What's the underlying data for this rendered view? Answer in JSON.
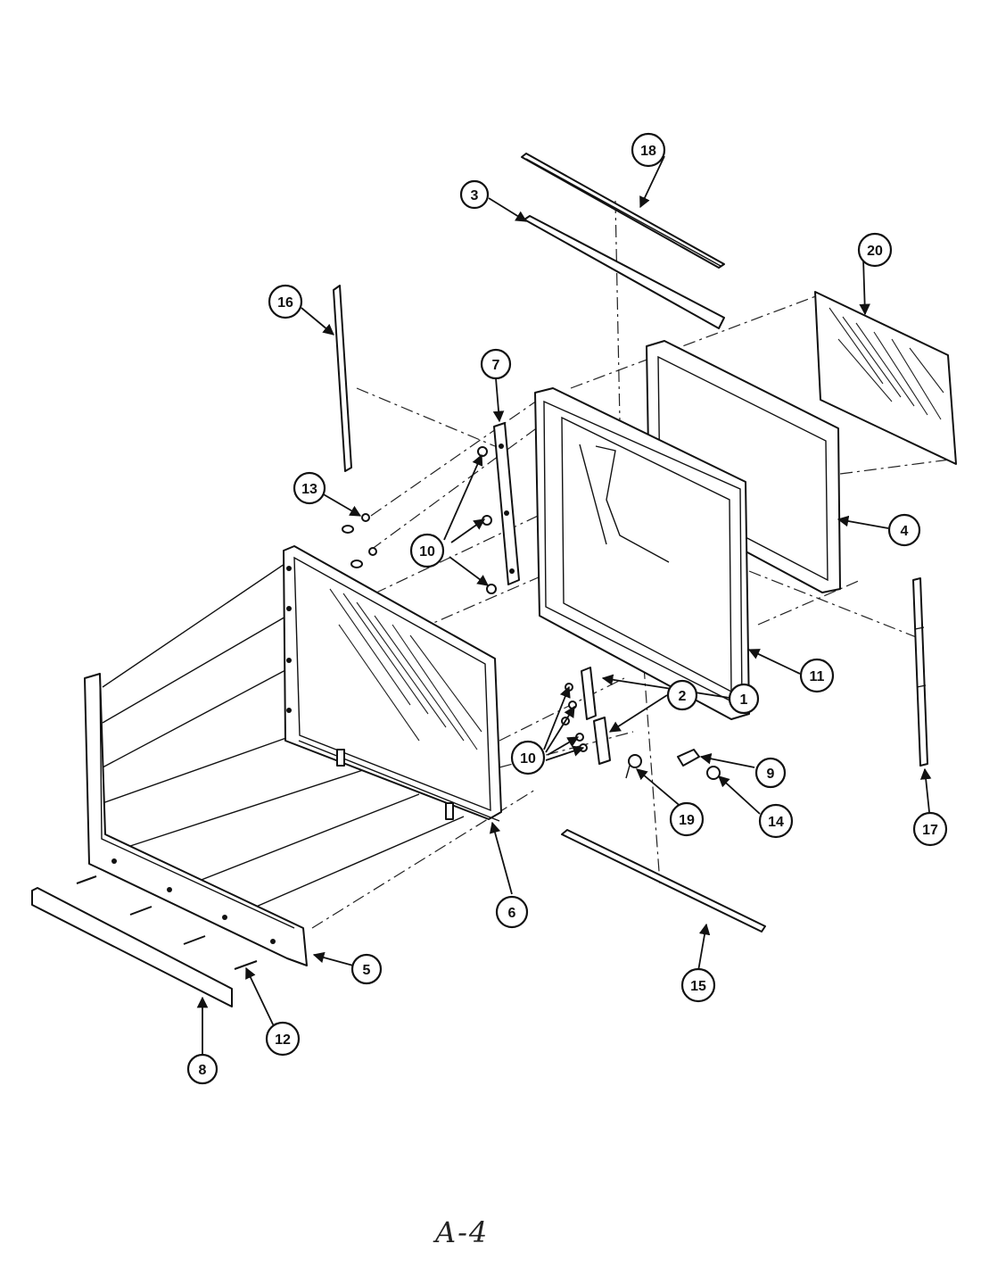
{
  "page_label": "A-4",
  "callouts": [
    {
      "id": "c1",
      "number": "1"
    },
    {
      "id": "c2",
      "number": "2"
    },
    {
      "id": "c3",
      "number": "3"
    },
    {
      "id": "c4",
      "number": "4"
    },
    {
      "id": "c5",
      "number": "5"
    },
    {
      "id": "c6",
      "number": "6"
    },
    {
      "id": "c7",
      "number": "7"
    },
    {
      "id": "c8",
      "number": "8"
    },
    {
      "id": "c9",
      "number": "9"
    },
    {
      "id": "c10a",
      "number": "10"
    },
    {
      "id": "c10b",
      "number": "10"
    },
    {
      "id": "c11",
      "number": "11"
    },
    {
      "id": "c12",
      "number": "12"
    },
    {
      "id": "c13",
      "number": "13"
    },
    {
      "id": "c14",
      "number": "14"
    },
    {
      "id": "c15",
      "number": "15"
    },
    {
      "id": "c16",
      "number": "16"
    },
    {
      "id": "c17",
      "number": "17"
    },
    {
      "id": "c18",
      "number": "18"
    },
    {
      "id": "c19",
      "number": "19"
    },
    {
      "id": "c20",
      "number": "20"
    }
  ]
}
